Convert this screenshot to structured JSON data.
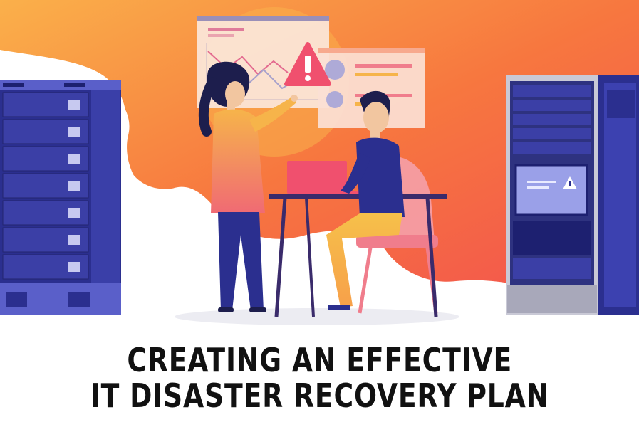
{
  "headline": {
    "line1": "CREATING AN EFFECTIVE",
    "line2": "IT DISASTER RECOVERY PLAN"
  },
  "colors": {
    "orange_start": "#f9a03f",
    "orange_end": "#f35a4e",
    "navy": "#2b2f8f",
    "server_dark": "#2e3280",
    "server_light": "#5a5fc9",
    "alert_red": "#f0506e",
    "pink": "#f07d8c"
  },
  "icons": [
    "server-rack",
    "warning-icon",
    "laptop",
    "line-chart",
    "pie-chart"
  ]
}
